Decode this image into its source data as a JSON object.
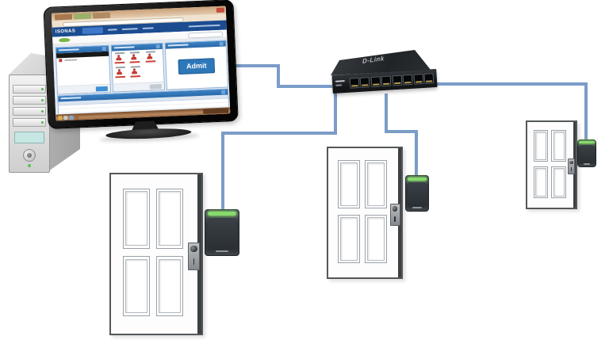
{
  "workstation": {
    "app": {
      "brand": "ISONAS",
      "admit_button": "Admit"
    }
  },
  "network_switch": {
    "brand": "D-Link",
    "port_count": 8
  },
  "doors": {
    "count": 3
  },
  "card_readers": {
    "count": 3
  },
  "colors": {
    "cable": "#7b9cc7",
    "app_navbar": "#1b4c90",
    "panel_header": "#2e77b8",
    "admit_button": "#2e77b8",
    "reader_led": "#86d96c",
    "reader_body": "#33383d",
    "switch_body": "#212427",
    "taskbar": "#9b6a43"
  }
}
